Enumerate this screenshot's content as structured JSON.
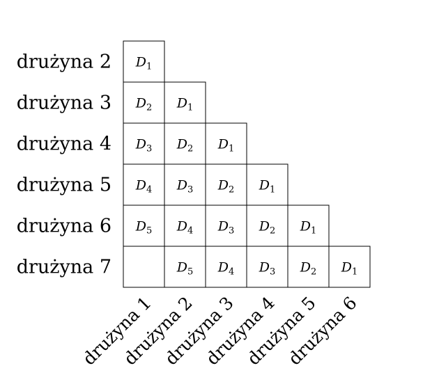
{
  "row_labels": [
    "drużyna 2",
    "drużyna 3",
    "drużyna 4",
    "drużyna 5",
    "drużyna 6",
    "drużyna 7"
  ],
  "column_labels": [
    "drużyna 1",
    "drużyna 2",
    "drużyna 3",
    "drużyna 4",
    "drużyna 5",
    "drużyna 6"
  ],
  "cells": [
    [
      "D|1"
    ],
    [
      "D|2",
      "D|1"
    ],
    [
      "D|3",
      "D|2",
      "D|1"
    ],
    [
      "D|4",
      "D|3",
      "D|2",
      "D|1"
    ],
    [
      "D|5",
      "D|4",
      "D|3",
      "D|2",
      "D|1"
    ],
    [
      "",
      "D|5",
      "D|4",
      "D|3",
      "D|2",
      "D|1"
    ]
  ]
}
